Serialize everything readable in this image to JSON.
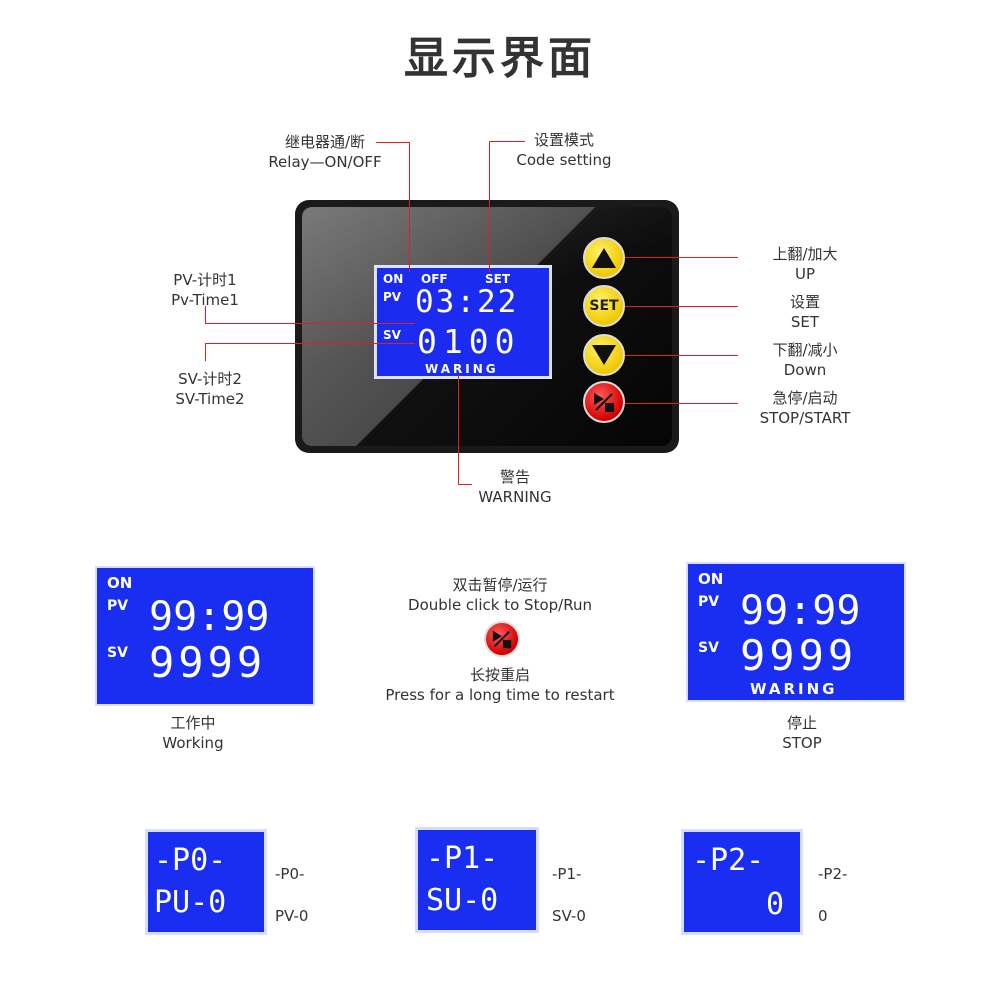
{
  "title": "显示界面",
  "device": {
    "lcd": {
      "relay_on": "ON",
      "relay_off": "OFF",
      "set": "SET",
      "pv": "PV",
      "pv_value": "03:22",
      "sv": "SV",
      "sv_value": "0100",
      "warning": "WARING"
    },
    "buttons": {
      "up_icon": "up-triangle-icon",
      "set_label": "SET",
      "down_icon": "down-triangle-icon",
      "stop_icon": "stop-start-icon"
    }
  },
  "callouts": {
    "relay": {
      "cn": "继电器通/断",
      "en": "Relay—ON/OFF"
    },
    "code": {
      "cn": "设置模式",
      "en": "Code setting"
    },
    "pv": {
      "cn": "PV-计时1",
      "en": "Pv-Time1"
    },
    "sv": {
      "cn": "SV-计时2",
      "en": "SV-Time2"
    },
    "warning": {
      "cn": "警告",
      "en": "WARNING"
    },
    "up": {
      "cn": "上翻/加大",
      "en": "UP"
    },
    "set": {
      "cn": "设置",
      "en": "SET"
    },
    "down": {
      "cn": "下翻/减小",
      "en": "Down"
    },
    "stop": {
      "cn": "急停/启动",
      "en": "STOP/START"
    }
  },
  "working": {
    "lcd": {
      "on": "ON",
      "pv": "PV",
      "pv_value": "99:99",
      "sv": "SV",
      "sv_value": "9999"
    },
    "cn": "工作中",
    "en": "Working"
  },
  "stop_state": {
    "lcd": {
      "on": "ON",
      "pv": "PV",
      "pv_value": "99:99",
      "sv": "SV",
      "sv_value": "9999",
      "warning": "WARING"
    },
    "cn": "停止",
    "en": "STOP"
  },
  "middle": {
    "top_cn": "双击暂停/运行",
    "top_en": "Double click to Stop/Run",
    "bottom_cn": "长按重启",
    "bottom_en": "Press for a long time to restart",
    "icon": "stop-start-icon"
  },
  "params": [
    {
      "line1": "-P0-",
      "line2": "PU-0",
      "code": "-P0-",
      "desc": "PV-0"
    },
    {
      "line1": "-P1-",
      "line2": "SU-0",
      "code": "-P1-",
      "desc": "SV-0"
    },
    {
      "line1": "-P2-",
      "line2": "0",
      "code": "-P2-",
      "desc": "0"
    }
  ]
}
